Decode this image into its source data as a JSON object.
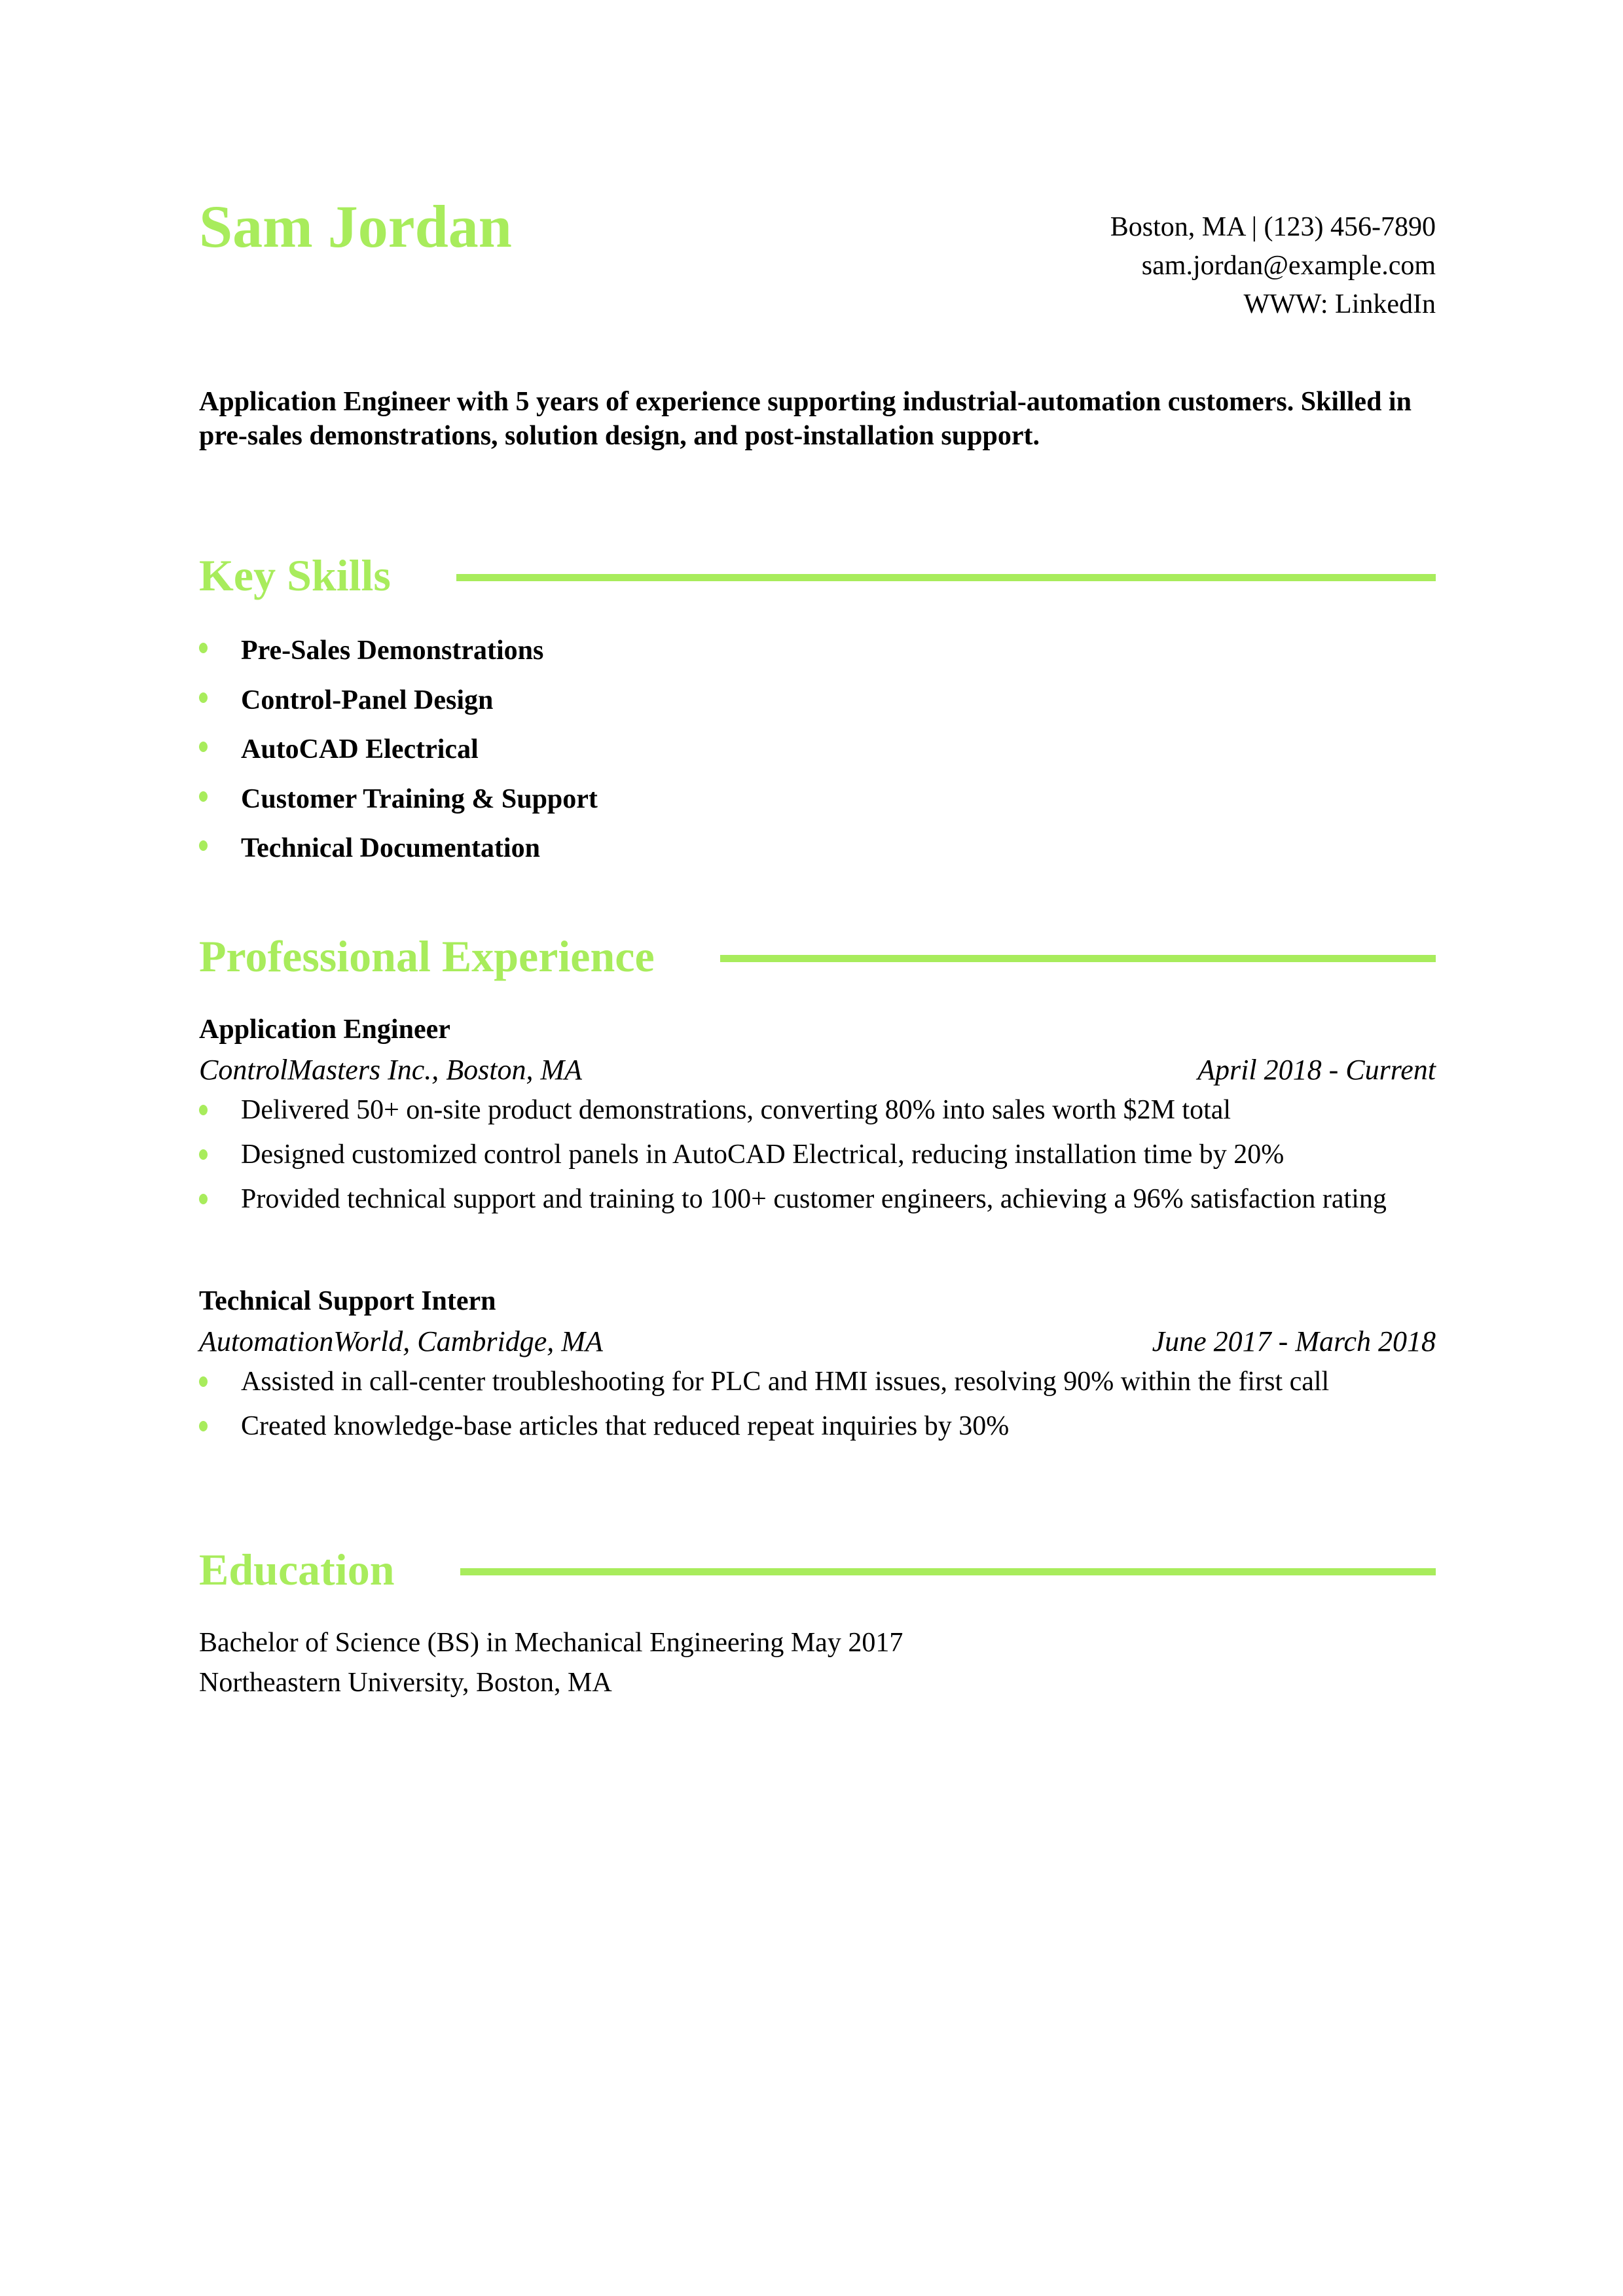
{
  "header": {
    "name": "Sam Jordan",
    "contact_line1": "Boston, MA | (123) 456-7890",
    "email": "sam.jordan@example.com",
    "website": "WWW: LinkedIn"
  },
  "summary": "Application Engineer with 5 years of experience supporting industrial-automation customers. Skilled in pre-sales demonstrations, solution design, and post-installation support.",
  "accent_color": "#a8ec5c",
  "skills": {
    "heading": "Key Skills",
    "items": [
      "Pre-Sales Demonstrations",
      "Control-Panel Design",
      "AutoCAD Electrical",
      "Customer Training & Support",
      "Technical Documentation"
    ]
  },
  "experience": {
    "heading": "Professional Experience",
    "jobs": [
      {
        "title": "Application Engineer",
        "company": "ControlMasters Inc., Boston, MA",
        "dates": "April 2018 - Current",
        "bullets": [
          "Delivered 50+ on-site product demonstrations, converting 80% into sales worth $2M total",
          "Designed customized control panels in AutoCAD Electrical, reducing installation time by 20%",
          "Provided technical support and training to 100+ customer engineers, achieving a 96% satisfaction rating"
        ]
      },
      {
        "title": "Technical Support Intern",
        "company": "AutomationWorld, Cambridge, MA",
        "dates": "June 2017 - March 2018",
        "bullets": [
          "Assisted in call-center troubleshooting for PLC and HMI issues, resolving 90% within the first call",
          "Created knowledge-base articles that reduced repeat inquiries by 30%"
        ]
      }
    ]
  },
  "education": {
    "heading": "Education",
    "degree": "Bachelor of Science (BS) in Mechanical Engineering May 2017",
    "school": "Northeastern University, Boston, MA"
  }
}
